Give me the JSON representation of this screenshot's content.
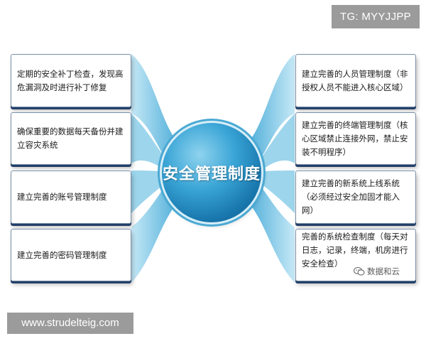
{
  "badges": {
    "tg": "TG: MYYJJPP",
    "url": "www.strudelteig.com"
  },
  "hub": {
    "label": "安全管理制度"
  },
  "left_boxes": [
    "定期的安全补丁检查，发现高危漏洞及时进行补丁修复",
    "确保重要的数据每天备份并建立容灾系统",
    "建立完善的账号管理制度",
    "建立完善的密码管理制度"
  ],
  "right_boxes": [
    "建立完善的人员管理制度（非授权人员不能进入核心区域）",
    "建立完善的终端管理制度（核心区域禁止连接外网，禁止安装不明程序）",
    "建立完善的新系统上线系统（必须经过安全加固才能入网）",
    "完善的系统检查制度（每天对日志，记录，终端，机房进行安全检查）"
  ],
  "watermark": {
    "text": "数据和云",
    "icon": "wechat-icon"
  },
  "colors": {
    "hub_dark": "#0e5c8e",
    "hub_light": "#8fd3ee",
    "connector": "#5fb7dd",
    "box_shadow": "#23406a",
    "badge_bg": "#9b9b9b"
  }
}
